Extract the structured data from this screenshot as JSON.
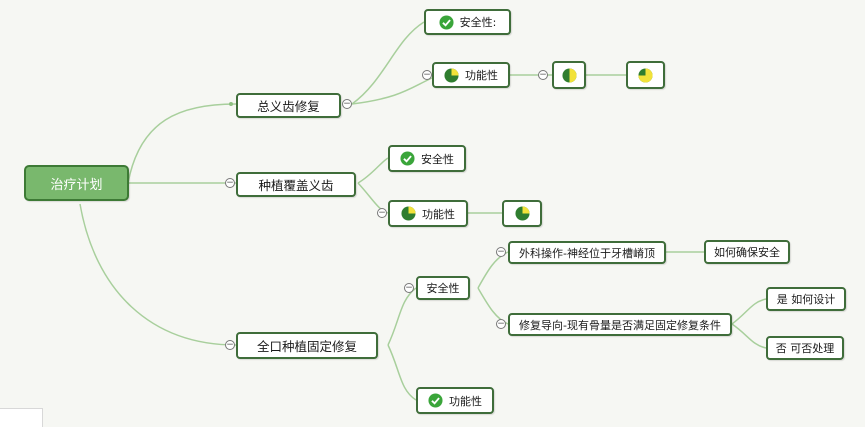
{
  "root": {
    "label": "治疗计划"
  },
  "branch1": {
    "label": "总义齿修复",
    "safety": "安全性:",
    "function": "功能性"
  },
  "branch2": {
    "label": "种植覆盖义齿",
    "safety": "安全性",
    "function": "功能性"
  },
  "branch3": {
    "label": "全口种植固定修复",
    "safety": "安全性",
    "surgery": "外科操作-神经位于牙槽嵴顶",
    "how_safe": "如何确保安全",
    "restoration": "修复导向-现有骨量是否满足固定修复条件",
    "yes": "是 如何设计",
    "no": "否 可否处理",
    "function": "功能性"
  },
  "colors": {
    "root_fill": "#79b86d",
    "node_border": "#3f6d3a",
    "link": "#a8cf9c",
    "check_green": "#3aa53a",
    "pie_yellow": "#f2e23a"
  }
}
